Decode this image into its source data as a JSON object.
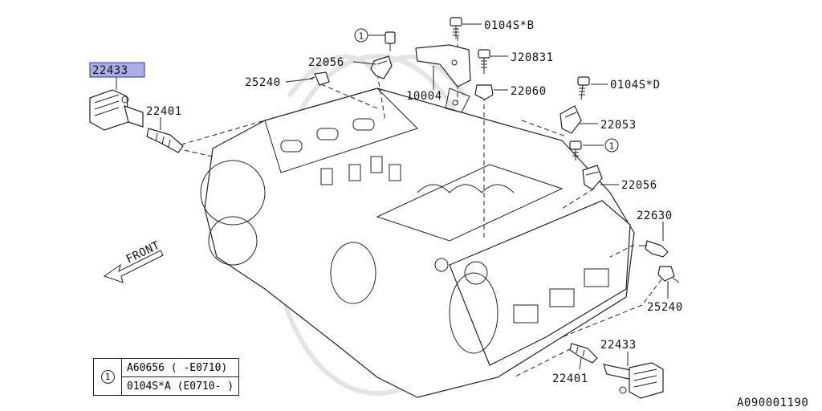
{
  "highlight_color": "#a9aee6",
  "callouts": {
    "coil_left": "22433",
    "plug_left": "22401",
    "sensor_top_left": "25240",
    "injector_top": "22056",
    "ref_top": "1",
    "bolt_top": "0104S*B",
    "bolt_j": "J20831",
    "bracket": "10004",
    "grommet": "22060",
    "bolt_right": "0104S*D",
    "sensor_22053": "22053",
    "ref_right": "1",
    "injector_right": "22056",
    "sensor_22630": "22630",
    "sensor_bottom_right": "25240",
    "coil_right": "22433",
    "plug_right": "22401"
  },
  "front_label": "FRONT",
  "legend": {
    "ref": "1",
    "rows": [
      "A60656 ( -E0710)",
      "0104S*A (E0710- )"
    ]
  },
  "doc_id": "A090001190"
}
